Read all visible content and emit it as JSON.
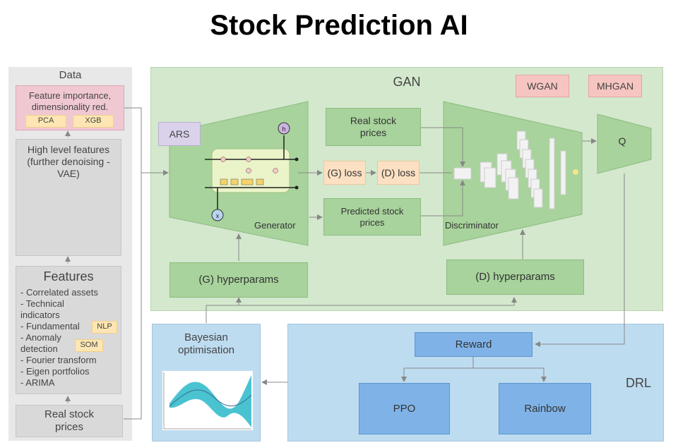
{
  "title": "Stock Prediction AI",
  "data_panel": {
    "label": "Data",
    "feature_importance": "Feature importance, dimensionality red.",
    "pca": "PCA",
    "xgb": "XGB",
    "high_level": "High level features (further denoising - VAE)",
    "features_title": "Features",
    "features_list": [
      "- Correlated assets",
      "- Technical indicators",
      "- Fundamental",
      "- Anomaly detection",
      "- Fourier transform",
      "- Eigen portfolios",
      "- ARIMA"
    ],
    "nlp": "NLP",
    "som": "SOM",
    "real_stock": "Real stock prices"
  },
  "gan": {
    "label": "GAN",
    "wgan": "WGAN",
    "mhgan": "MHGAN",
    "ars": "ARS",
    "generator": "Generator",
    "real_prices": "Real stock prices",
    "g_loss": "(G) loss",
    "d_loss": "(D) loss",
    "predicted": "Predicted stock prices",
    "discriminator": "Discriminator",
    "q": "Q",
    "g_hyper": "(G) hyperparams",
    "d_hyper": "(D) hyperparams"
  },
  "bayes": {
    "label": "Bayesian optimisation"
  },
  "drl": {
    "label": "DRL",
    "reward": "Reward",
    "ppo": "PPO",
    "rainbow": "Rainbow"
  },
  "colors": {
    "gan_bg": "#d3e8cd",
    "drl_bg": "#bedcf0",
    "data_bg": "#e8e8e8",
    "green_node": "#a8d39c",
    "blue_node": "#7fb3e8"
  }
}
